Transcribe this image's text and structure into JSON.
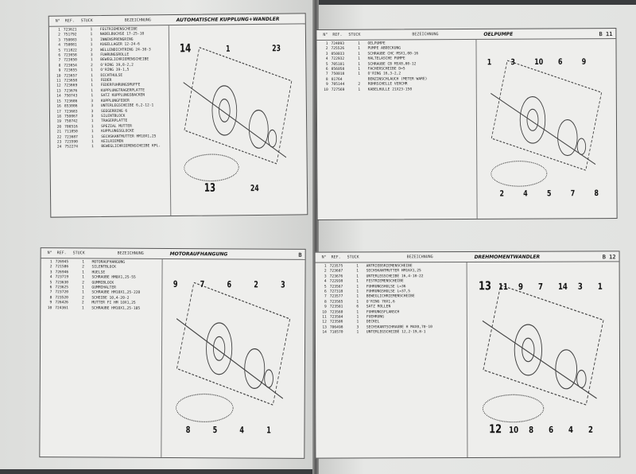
{
  "headers": {
    "no": "N°",
    "ref": "REF.",
    "stuck": "STUCK",
    "bez": "BEZEICHNUNG"
  },
  "panels": [
    {
      "title": "AUTOMATISCHE KUPPLUNG+WANDLER",
      "code": "",
      "callouts": [
        "14",
        "13",
        "1",
        "24",
        "23"
      ],
      "rows": [
        [
          "1",
          "723621",
          "1",
          "FESTRIEMENSCHEIBE"
        ],
        [
          "2",
          "751792",
          "1",
          "NADELBUCHSE 17-25-10"
        ],
        [
          "3",
          "750083",
          "1",
          "INNENSPRENGRING"
        ],
        [
          "4",
          "750081",
          "1",
          "KUGELLAGER 12-24-6"
        ],
        [
          "5",
          "711822",
          "2",
          "WELLENDICHTRING 24-30-3"
        ],
        [
          "6",
          "723658",
          "3",
          "FUHRUNGSROLLE"
        ],
        [
          "7",
          "723650",
          "1",
          "BEWEGLICHRIEMENSCHEIBE"
        ],
        [
          "8",
          "723654",
          "2",
          "O'RING 39,8-2,2"
        ],
        [
          "9",
          "723655",
          "1",
          "O'RING 39-1,5"
        ],
        [
          "10",
          "723657",
          "1",
          "DICHTHULSE"
        ],
        [
          "11",
          "723658",
          "1",
          "FEDER"
        ],
        [
          "12",
          "723669",
          "1",
          "FEDERFUHRUNGSMUFFE"
        ],
        [
          "13",
          "723676",
          "1",
          "KUPPLUNGTRAGERPLATTE"
        ],
        [
          "14",
          "750743",
          "1",
          "SATZ KUPPLUNGSBACKEN"
        ],
        [
          "15",
          "723686",
          "3",
          "KUPPLUNGFEDER"
        ],
        [
          "16",
          "853086",
          "3",
          "UNTERLEGSCHEIBE 6,2-12-1"
        ],
        [
          "17",
          "723683",
          "3",
          "SEEGERRING 6"
        ],
        [
          "18",
          "750067",
          "3",
          "SILENTBLOCK"
        ],
        [
          "19",
          "750742",
          "1",
          "TRAGERPLATTE"
        ],
        [
          "20",
          "708516",
          "1",
          "SPEZIAL MUTTER"
        ],
        [
          "21",
          "711850",
          "1",
          "KUPPLUNGSGLOCKE"
        ],
        [
          "22",
          "723687",
          "1",
          "SECHSKANTMUTTER HM10X1,25"
        ],
        [
          "23",
          "723590",
          "1",
          "KEILRIEMEN"
        ],
        [
          "24",
          "752274",
          "1",
          "BEWEGLICHRIEMENSCHEIBE KPL."
        ]
      ]
    },
    {
      "title": "OELPUMPE",
      "code": "B 11",
      "callouts": [
        "1",
        "2",
        "3",
        "4",
        "10",
        "5",
        "6",
        "7",
        "9",
        "8"
      ],
      "rows": [
        [
          "1",
          "724093",
          "1",
          "OELPUMPE"
        ],
        [
          "2",
          "725526",
          "1",
          "PUMPE ABDECKUNG"
        ],
        [
          "3",
          "850033",
          "1",
          "SCHRAUBE CHC M5X1,00-16"
        ],
        [
          "4",
          "722932",
          "1",
          "HALTELASCHE PUMPE"
        ],
        [
          "5",
          "705101",
          "1",
          "SCHRAUBE CB M5X0,80-12"
        ],
        [
          "6",
          "856058",
          "1",
          "FACHERSCHEIBE D=5"
        ],
        [
          "7",
          "750018",
          "1",
          "O'RING 16,3-2,2"
        ],
        [
          "8",
          "81764",
          "",
          "BENZINSCHLAUCH (METER WARE)"
        ],
        [
          "9",
          "705144",
          "2",
          "ROHRSCHELLE VERCHR"
        ],
        [
          "10",
          "727569",
          "1",
          "KABELHULLE 21X23-150"
        ]
      ]
    },
    {
      "title": "MOTORAUFHANGUNG",
      "code": "B",
      "callouts": [
        "9",
        "8",
        "7",
        "5",
        "6",
        "4",
        "2",
        "1",
        "3"
      ],
      "rows": [
        [
          "1",
          "726945",
          "1",
          "MOTORAUFHANGUNG"
        ],
        [
          "2",
          "721586",
          "2",
          "SILENTBLOCK"
        ],
        [
          "3",
          "726946",
          "1",
          "HUELSE"
        ],
        [
          "4",
          "723719",
          "1",
          "SCHRAUBE HM8X1,25-55"
        ],
        [
          "5",
          "723630",
          "2",
          "GUMMIBLOCK"
        ],
        [
          "6",
          "723625",
          "1",
          "GUMMIHALTER"
        ],
        [
          "7",
          "723720",
          "1",
          "SCHRAUBE HM10X1,25-220"
        ],
        [
          "8",
          "723520",
          "2",
          "SCHEIBE 10,4-20-2"
        ],
        [
          "9",
          "726426",
          "2",
          "MUTTER FI HM 10X1,25"
        ],
        [
          "10",
          "724361",
          "1",
          "SCHRAUBE HM10X1,25-185"
        ]
      ]
    },
    {
      "title": "DREHMOMENTWANDLER",
      "code": "B 12",
      "callouts": [
        "13",
        "12",
        "11",
        "10",
        "9",
        "8",
        "7",
        "6",
        "14",
        "4",
        "3",
        "2",
        "1"
      ],
      "rows": [
        [
          "1",
          "723575",
          "1",
          "ANTRIEBSRIEMENSCHEIBE"
        ],
        [
          "2",
          "723687",
          "1",
          "SECHSKANTMUTTER HM16X1,25"
        ],
        [
          "3",
          "723676",
          "1",
          "UNTERLEGSCHEIBE 16,4-18-22"
        ],
        [
          "4",
          "722938",
          "1",
          "FESTRIEMENSCHEIBE"
        ],
        [
          "5",
          "723567",
          "1",
          "FUHRUNGSHULSE L=36"
        ],
        [
          "6",
          "727318",
          "1",
          "FUHRUNGSHULSE L=37,5"
        ],
        [
          "7",
          "723577",
          "1",
          "BEWEGLICHRIEMENSCHEIBE"
        ],
        [
          "8",
          "723565",
          "1",
          "O'RING 78X1,6"
        ],
        [
          "9",
          "723581",
          "6",
          "SATZ ROLLEN"
        ],
        [
          "10",
          "723560",
          "1",
          "FUHRUNGSFLANSCH"
        ],
        [
          "11",
          "723584",
          "1",
          "FUEHRUNG"
        ],
        [
          "12",
          "723586",
          "1",
          "DECKEL"
        ],
        [
          "13",
          "706498",
          "3",
          "SECHSKANTSCHRAUBE H M4X0,70-10"
        ],
        [
          "14",
          "718570",
          "1",
          "UNTERLEGSCHEIBE 12,2-19,8-1"
        ]
      ]
    }
  ]
}
